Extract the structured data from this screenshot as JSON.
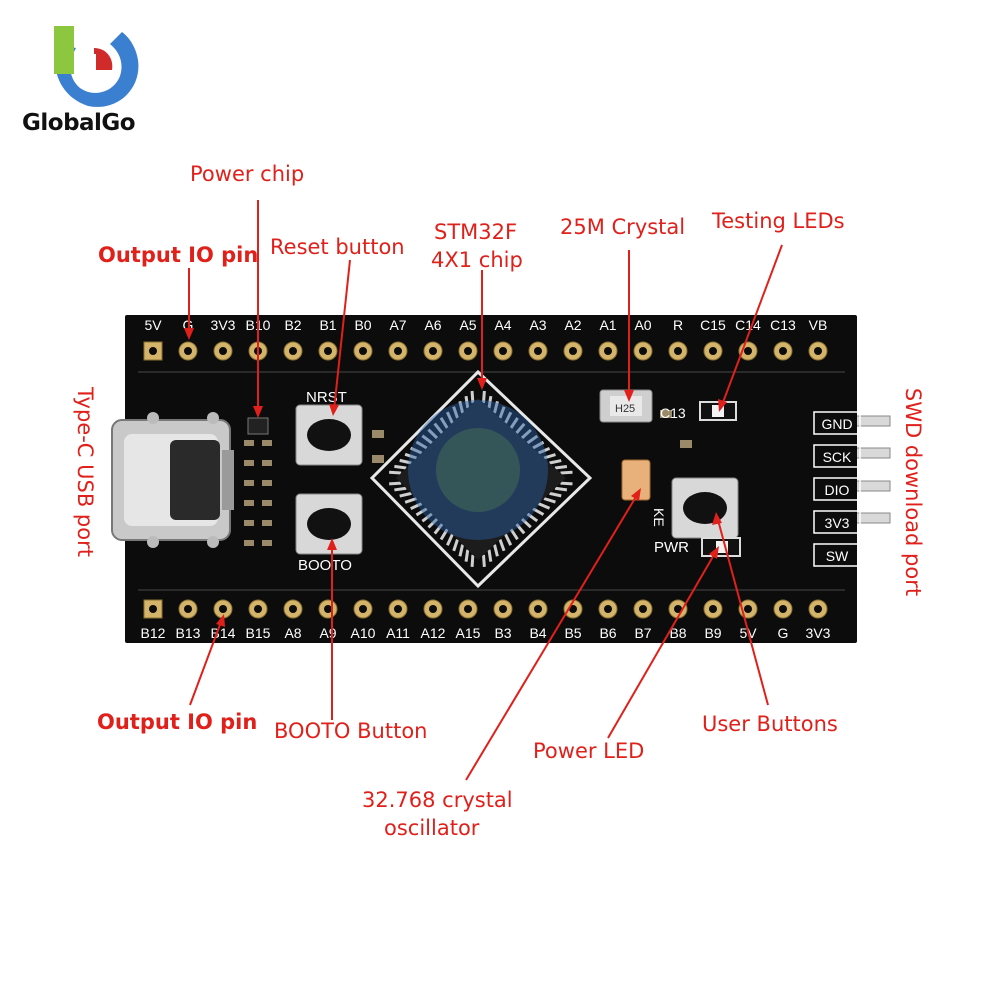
{
  "brand": {
    "name": "GlobalGo",
    "logo_colors": [
      "#3a7fd0",
      "#8dc63f",
      "#d12a2a"
    ]
  },
  "board": {
    "top_pins": [
      "5V",
      "G",
      "3V3",
      "B10",
      "B2",
      "B1",
      "B0",
      "A7",
      "A6",
      "A5",
      "A4",
      "A3",
      "A2",
      "A1",
      "A0",
      "R",
      "C15",
      "C14",
      "C13",
      "VB"
    ],
    "bottom_pins": [
      "B12",
      "B13",
      "B14",
      "B15",
      "A8",
      "A9",
      "A10",
      "A11",
      "A12",
      "A15",
      "B3",
      "B4",
      "B5",
      "B6",
      "B7",
      "B8",
      "B9",
      "5V",
      "G",
      "3V3"
    ],
    "swd_pins": [
      "GND",
      "SCK",
      "DIO",
      "3V3",
      "SW"
    ],
    "silk": {
      "nrst": "NRST",
      "booto": "BOOTO",
      "key": "KE",
      "pwr": "PWR",
      "c13": "C13",
      "crystal": "H25"
    },
    "pcb_color": "#0c0c0c",
    "label_color": "#e0201b"
  },
  "callouts": {
    "power_chip": "Power chip",
    "output_io_top": "Output IO pin",
    "reset_button": "Reset button",
    "stm32_line1": "STM32F",
    "stm32_line2": "4X1 chip",
    "crystal_25m": "25M Crystal",
    "testing_leds": "Testing LEDs",
    "type_c": "Type-C USB port",
    "swd_port": "SWD download port",
    "output_io_bottom": "Output IO pin",
    "booto_button": "BOOTO Button",
    "user_buttons": "User Buttons",
    "power_led": "Power LED",
    "rtc_line1": "32.768 crystal",
    "rtc_line2": "oscillator"
  }
}
